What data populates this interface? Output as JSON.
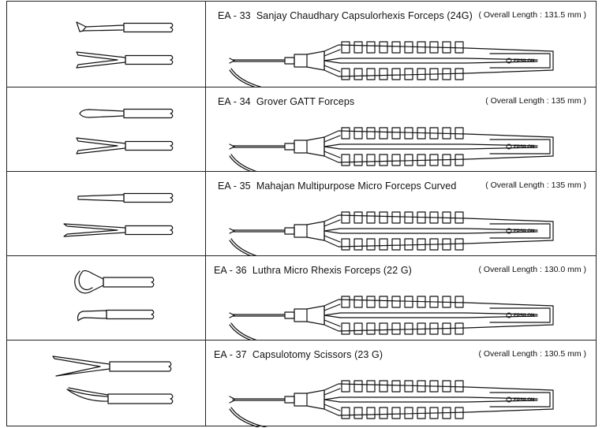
{
  "products": [
    {
      "code": "EA - 33",
      "name": "Sanjay Chaudhary Capsulorhexis Forceps (24G)",
      "length": "( Overall Length : 131.5 mm )",
      "tips": [
        "angled-blade",
        "open-jaw"
      ],
      "shaft_tip": "forceps"
    },
    {
      "code": "EA - 34",
      "name": "Grover GATT Forceps",
      "length": "( Overall Length : 135 mm )",
      "tips": [
        "closed-blade",
        "open-jaw"
      ],
      "shaft_tip": "forceps"
    },
    {
      "code": "EA - 35",
      "name": "Mahajan Multipurpose Micro Forceps Curved",
      "length": "( Overall Length : 135 mm )",
      "tips": [
        "narrow-closed",
        "long-open-jaw"
      ],
      "shaft_tip": "forceps"
    },
    {
      "code": "EA - 36",
      "name": "Luthra Micro Rhexis Forceps (22 G)",
      "length": "( Overall Length : 130.0 mm )",
      "tips": [
        "ring-jaw",
        "hook-tip"
      ],
      "shaft_tip": "forceps"
    },
    {
      "code": "EA - 37",
      "name": "Capsulotomy Scissors (23 G)",
      "length": "( Overall Length : 130.5 mm )",
      "tips": [
        "scissor-open",
        "curved-blades"
      ],
      "shaft_tip": "scissors"
    }
  ],
  "brand": "EPSILON"
}
